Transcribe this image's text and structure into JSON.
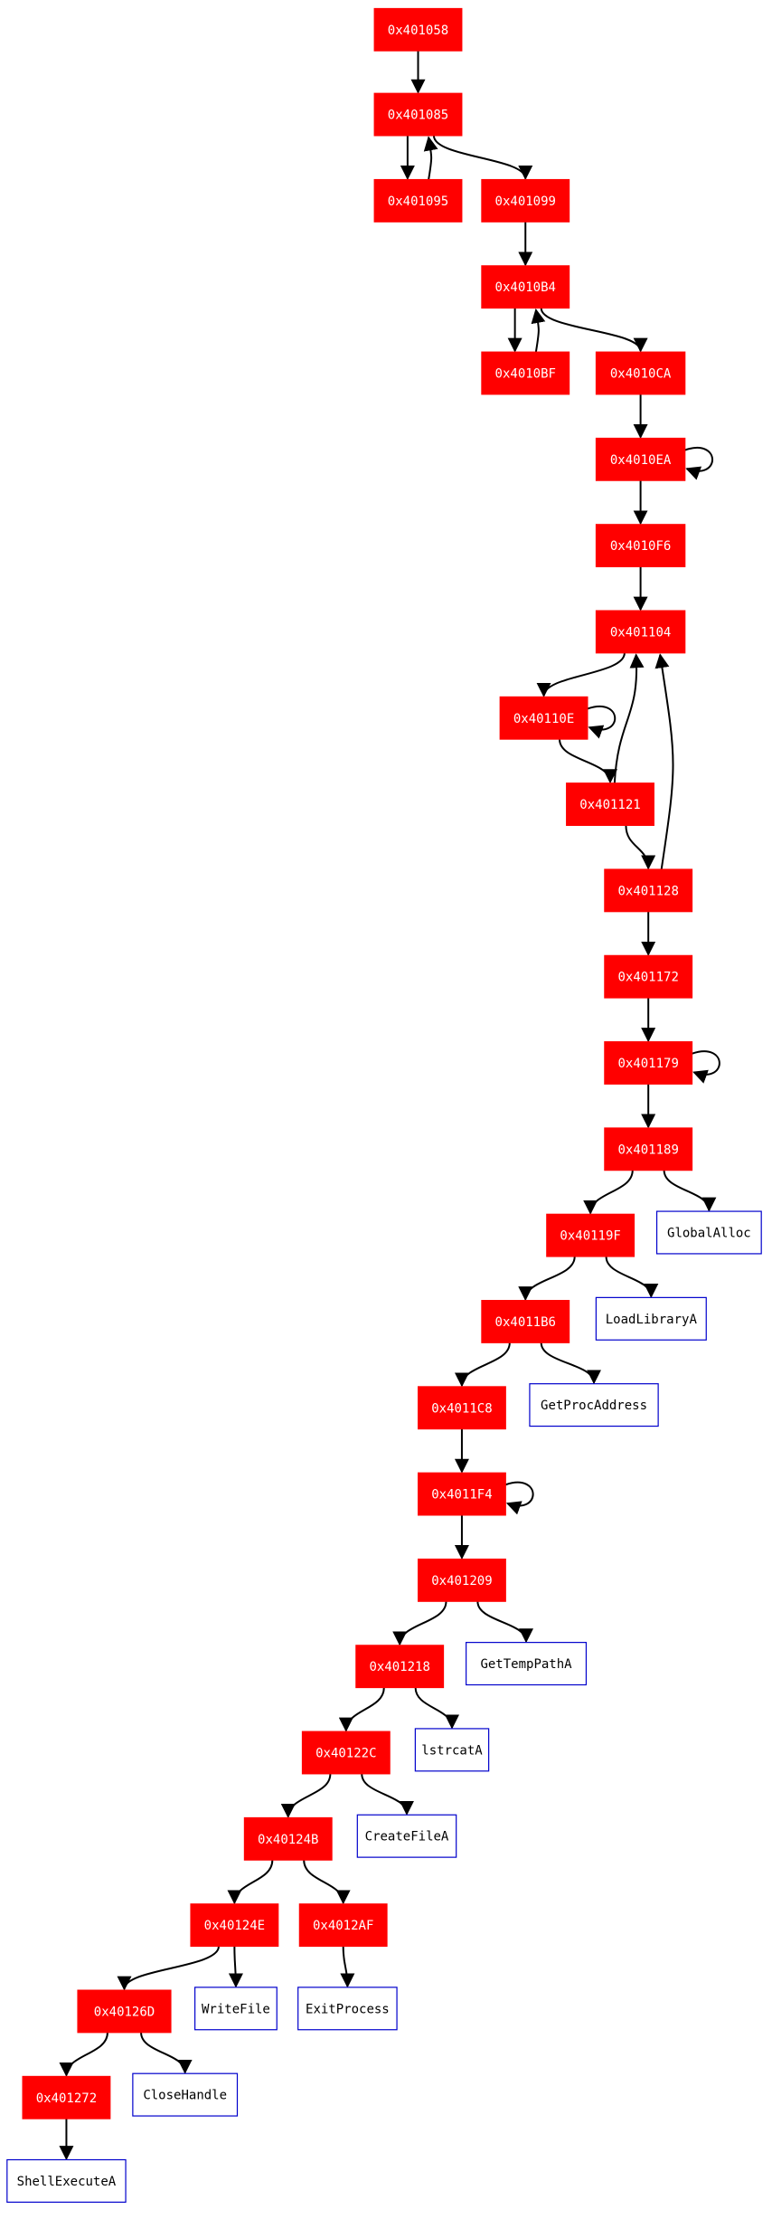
{
  "graph": {
    "colors": {
      "block_fill": "#ff0000",
      "block_text": "#ffffff",
      "api_border": "#0000cc",
      "api_text": "#000000",
      "edge": "#000000"
    },
    "nodes": [
      {
        "id": "n401058",
        "label": "0x401058",
        "kind": "block"
      },
      {
        "id": "n401085",
        "label": "0x401085",
        "kind": "block"
      },
      {
        "id": "n401095",
        "label": "0x401095",
        "kind": "block"
      },
      {
        "id": "n401099",
        "label": "0x401099",
        "kind": "block"
      },
      {
        "id": "n4010B4",
        "label": "0x4010B4",
        "kind": "block"
      },
      {
        "id": "n4010BF",
        "label": "0x4010BF",
        "kind": "block"
      },
      {
        "id": "n4010CA",
        "label": "0x4010CA",
        "kind": "block"
      },
      {
        "id": "n4010EA",
        "label": "0x4010EA",
        "kind": "block"
      },
      {
        "id": "n4010F6",
        "label": "0x4010F6",
        "kind": "block"
      },
      {
        "id": "n401104",
        "label": "0x401104",
        "kind": "block"
      },
      {
        "id": "n40110E",
        "label": "0x40110E",
        "kind": "block"
      },
      {
        "id": "n401121",
        "label": "0x401121",
        "kind": "block"
      },
      {
        "id": "n401128",
        "label": "0x401128",
        "kind": "block"
      },
      {
        "id": "n401172",
        "label": "0x401172",
        "kind": "block"
      },
      {
        "id": "n401179",
        "label": "0x401179",
        "kind": "block"
      },
      {
        "id": "n401189",
        "label": "0x401189",
        "kind": "block"
      },
      {
        "id": "GlobalAlloc",
        "label": "GlobalAlloc",
        "kind": "api"
      },
      {
        "id": "n40119F",
        "label": "0x40119F",
        "kind": "block"
      },
      {
        "id": "LoadLibraryA",
        "label": "LoadLibraryA",
        "kind": "api"
      },
      {
        "id": "n4011B6",
        "label": "0x4011B6",
        "kind": "block"
      },
      {
        "id": "GetProcAddress",
        "label": "GetProcAddress",
        "kind": "api"
      },
      {
        "id": "n4011C8",
        "label": "0x4011C8",
        "kind": "block"
      },
      {
        "id": "n4011F4",
        "label": "0x4011F4",
        "kind": "block"
      },
      {
        "id": "n401209",
        "label": "0x401209",
        "kind": "block"
      },
      {
        "id": "GetTempPathA",
        "label": "GetTempPathA",
        "kind": "api"
      },
      {
        "id": "n401218",
        "label": "0x401218",
        "kind": "block"
      },
      {
        "id": "lstrcatA",
        "label": "lstrcatA",
        "kind": "api"
      },
      {
        "id": "n40122C",
        "label": "0x40122C",
        "kind": "block"
      },
      {
        "id": "CreateFileA",
        "label": "CreateFileA",
        "kind": "api"
      },
      {
        "id": "n40124B",
        "label": "0x40124B",
        "kind": "block"
      },
      {
        "id": "n40124E",
        "label": "0x40124E",
        "kind": "block"
      },
      {
        "id": "n4012AF",
        "label": "0x4012AF",
        "kind": "block"
      },
      {
        "id": "n40126D",
        "label": "0x40126D",
        "kind": "block"
      },
      {
        "id": "WriteFile",
        "label": "WriteFile",
        "kind": "api"
      },
      {
        "id": "ExitProcess",
        "label": "ExitProcess",
        "kind": "api"
      },
      {
        "id": "n401272",
        "label": "0x401272",
        "kind": "block"
      },
      {
        "id": "CloseHandle",
        "label": "CloseHandle",
        "kind": "api"
      },
      {
        "id": "ShellExecuteA",
        "label": "ShellExecuteA",
        "kind": "api"
      }
    ],
    "edges": [
      [
        "n401058",
        "n401085"
      ],
      [
        "n401085",
        "n401095"
      ],
      [
        "n401095",
        "n401085"
      ],
      [
        "n401085",
        "n401099"
      ],
      [
        "n401099",
        "n4010B4"
      ],
      [
        "n4010B4",
        "n4010BF"
      ],
      [
        "n4010BF",
        "n4010B4"
      ],
      [
        "n4010B4",
        "n4010CA"
      ],
      [
        "n4010CA",
        "n4010EA"
      ],
      [
        "n4010EA",
        "n4010EA"
      ],
      [
        "n4010EA",
        "n4010F6"
      ],
      [
        "n4010F6",
        "n401104"
      ],
      [
        "n401104",
        "n40110E"
      ],
      [
        "n40110E",
        "n40110E"
      ],
      [
        "n40110E",
        "n401121"
      ],
      [
        "n401121",
        "n401104"
      ],
      [
        "n401121",
        "n401128"
      ],
      [
        "n401128",
        "n401104"
      ],
      [
        "n401128",
        "n401172"
      ],
      [
        "n401172",
        "n401179"
      ],
      [
        "n401179",
        "n401179"
      ],
      [
        "n401179",
        "n401189"
      ],
      [
        "n401189",
        "n40119F"
      ],
      [
        "n401189",
        "GlobalAlloc"
      ],
      [
        "n40119F",
        "n4011B6"
      ],
      [
        "n40119F",
        "LoadLibraryA"
      ],
      [
        "n4011B6",
        "n4011C8"
      ],
      [
        "n4011B6",
        "GetProcAddress"
      ],
      [
        "n4011C8",
        "n4011F4"
      ],
      [
        "n4011F4",
        "n4011F4"
      ],
      [
        "n4011F4",
        "n401209"
      ],
      [
        "n401209",
        "n401218"
      ],
      [
        "n401209",
        "GetTempPathA"
      ],
      [
        "n401218",
        "n40122C"
      ],
      [
        "n401218",
        "lstrcatA"
      ],
      [
        "n40122C",
        "n40124B"
      ],
      [
        "n40122C",
        "CreateFileA"
      ],
      [
        "n40124B",
        "n40124E"
      ],
      [
        "n40124B",
        "n4012AF"
      ],
      [
        "n40124E",
        "n40126D"
      ],
      [
        "n40124E",
        "WriteFile"
      ],
      [
        "n4012AF",
        "ExitProcess"
      ],
      [
        "n40126D",
        "n401272"
      ],
      [
        "n40126D",
        "CloseHandle"
      ],
      [
        "n401272",
        "ShellExecuteA"
      ]
    ]
  }
}
